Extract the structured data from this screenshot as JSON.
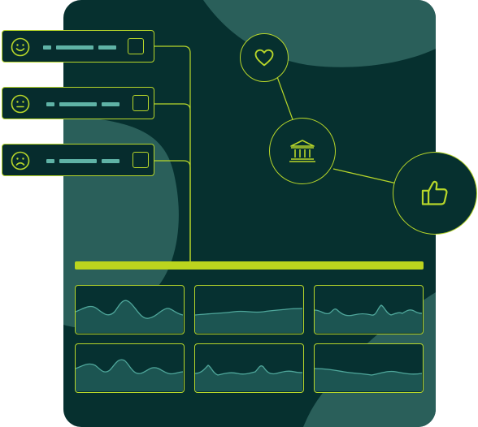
{
  "colors": {
    "panel": "#06302f",
    "blob": "#2a5f5a",
    "accent": "#b7d62a",
    "bar": "#bcd41e",
    "dash": "#5fb3a6",
    "wave_fill": "#1c5552",
    "wave_line": "#4fa79b"
  },
  "feedback_items": [
    {
      "icon": "smiley-face-icon",
      "mood": "happy"
    },
    {
      "icon": "neutral-face-icon",
      "mood": "neutral"
    },
    {
      "icon": "sad-face-icon",
      "mood": "sad"
    }
  ],
  "nodes": [
    {
      "icon": "heart-icon"
    },
    {
      "icon": "bank-icon"
    },
    {
      "icon": "thumbs-up-icon"
    }
  ],
  "chart_tiles": [
    {
      "name": "waveform-1"
    },
    {
      "name": "waveform-2"
    },
    {
      "name": "waveform-3"
    },
    {
      "name": "waveform-4"
    },
    {
      "name": "waveform-5"
    },
    {
      "name": "waveform-6"
    }
  ]
}
